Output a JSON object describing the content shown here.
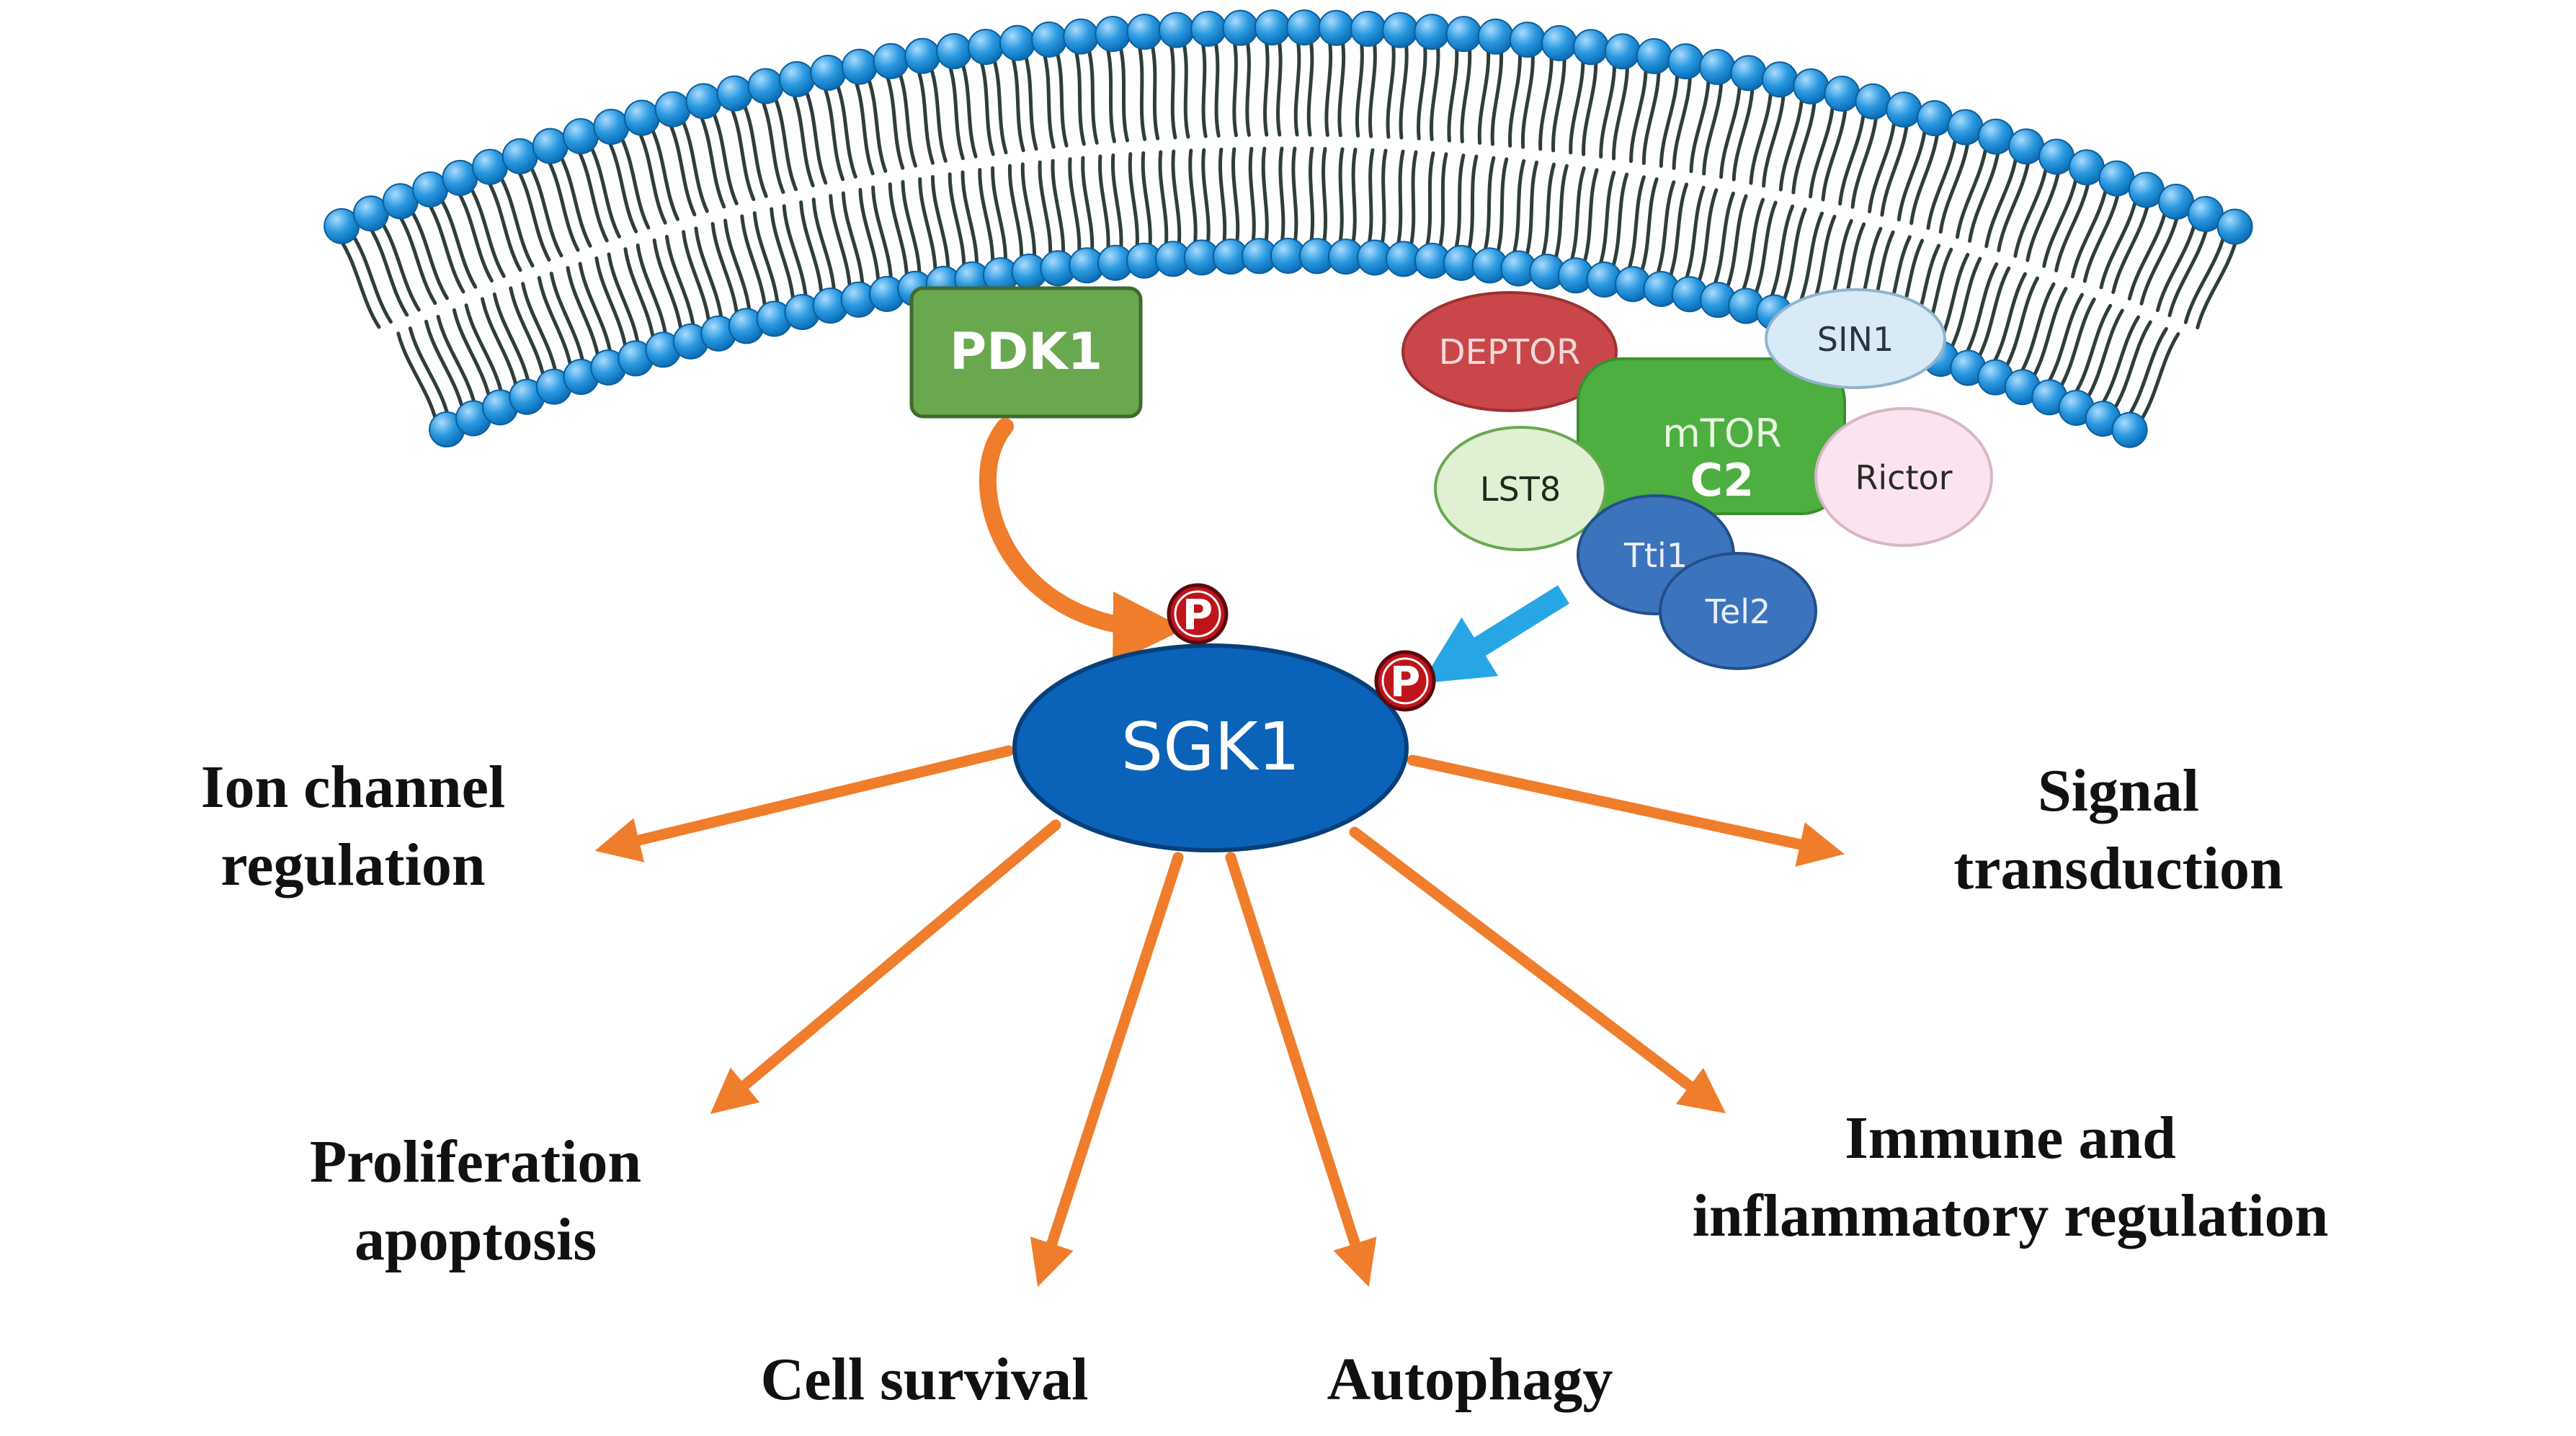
{
  "colors": {
    "lipid_head": "#1b8fdc",
    "lipid_head_light": "#8fd0ff",
    "lipid_tail": "#2f3e3b",
    "pdk1": "#6aa84f",
    "sgk1": "#0a63b8",
    "mtor": "#4caf3f",
    "deptor": "#c9474a",
    "sin1": "#d9eaf7",
    "lst8": "#dff1d2",
    "rictor": "#fbe4ef",
    "tti1": "#3c73bd",
    "phospho": "#c0141b",
    "orange_arrow": "#ef7d2b",
    "blue_arrow": "#27a6e6"
  },
  "nodes": {
    "pdk1": "PDK1",
    "sgk1": "SGK1",
    "mtor_line1": "mTOR",
    "mtor_line2": "C2",
    "deptor": "DEPTOR",
    "sin1": "SIN1",
    "lst8": "LST8",
    "rictor": "Rictor",
    "tti1": "Tti1",
    "tel2": "Tel2",
    "phospho": "P"
  },
  "outcomes": {
    "ion_channel_1": "Ion channel",
    "ion_channel_2": "regulation",
    "signal_1": "Signal",
    "signal_2": "transduction",
    "prolif_1": "Proliferation",
    "prolif_2": "apoptosis",
    "immune_1": "Immune and",
    "immune_2": "inflammatory regulation",
    "cell_survival": "Cell survival",
    "autophagy": "Autophagy"
  }
}
